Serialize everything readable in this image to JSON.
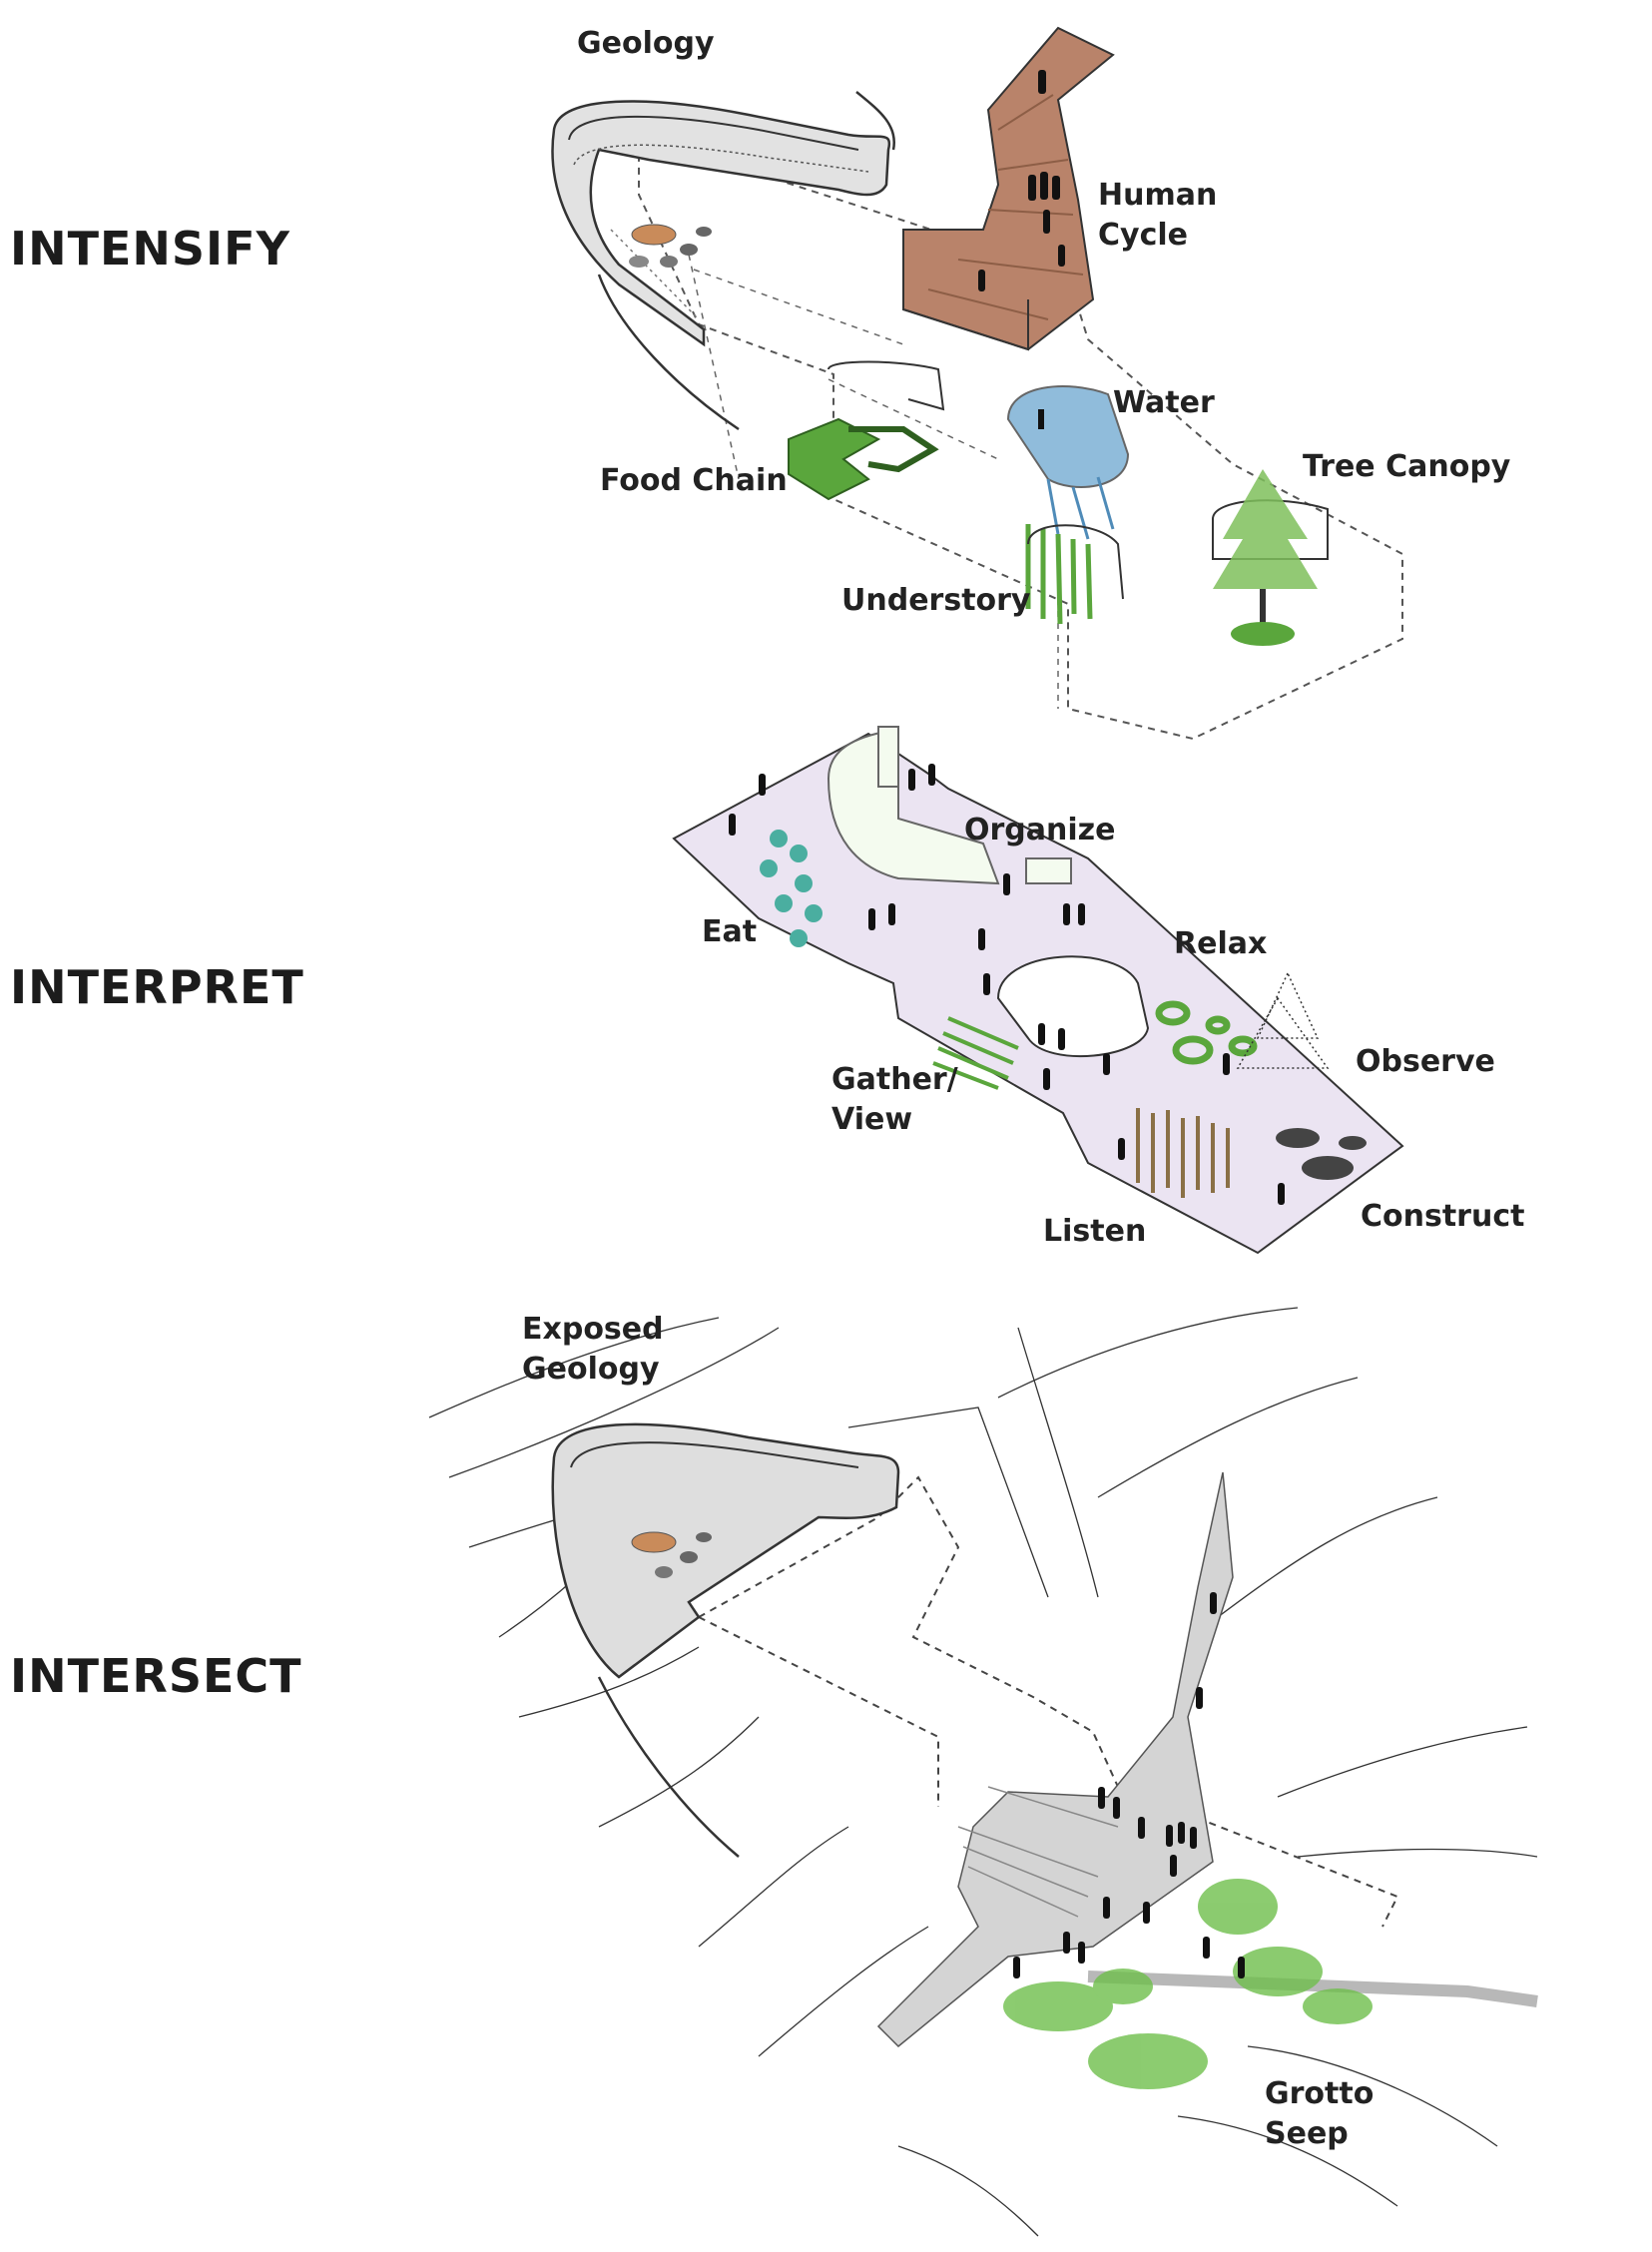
{
  "sections": {
    "intensify": "INTENSIFY",
    "interpret": "INTERPRET",
    "intersect": "INTERSECT"
  },
  "labels": {
    "geology": "Geology",
    "human_cycle": "Human\nCycle",
    "water": "Water",
    "tree_canopy": "Tree Canopy",
    "food_chain": "Food Chain",
    "understory": "Understory",
    "organize": "Organize",
    "eat": "Eat",
    "relax": "Relax",
    "observe": "Observe",
    "gather_view": "Gather/\nView",
    "listen": "Listen",
    "construct": "Construct",
    "exposed_geology": "Exposed\nGeology",
    "grotto_seep": "Grotto\nSeep"
  },
  "colors": {
    "wood": "#b9836a",
    "water": "#6ba6cf",
    "plant": "#5aa63c",
    "plaza": "#ebe4f2",
    "concrete": "#d4d4d4",
    "line": "#333333"
  }
}
